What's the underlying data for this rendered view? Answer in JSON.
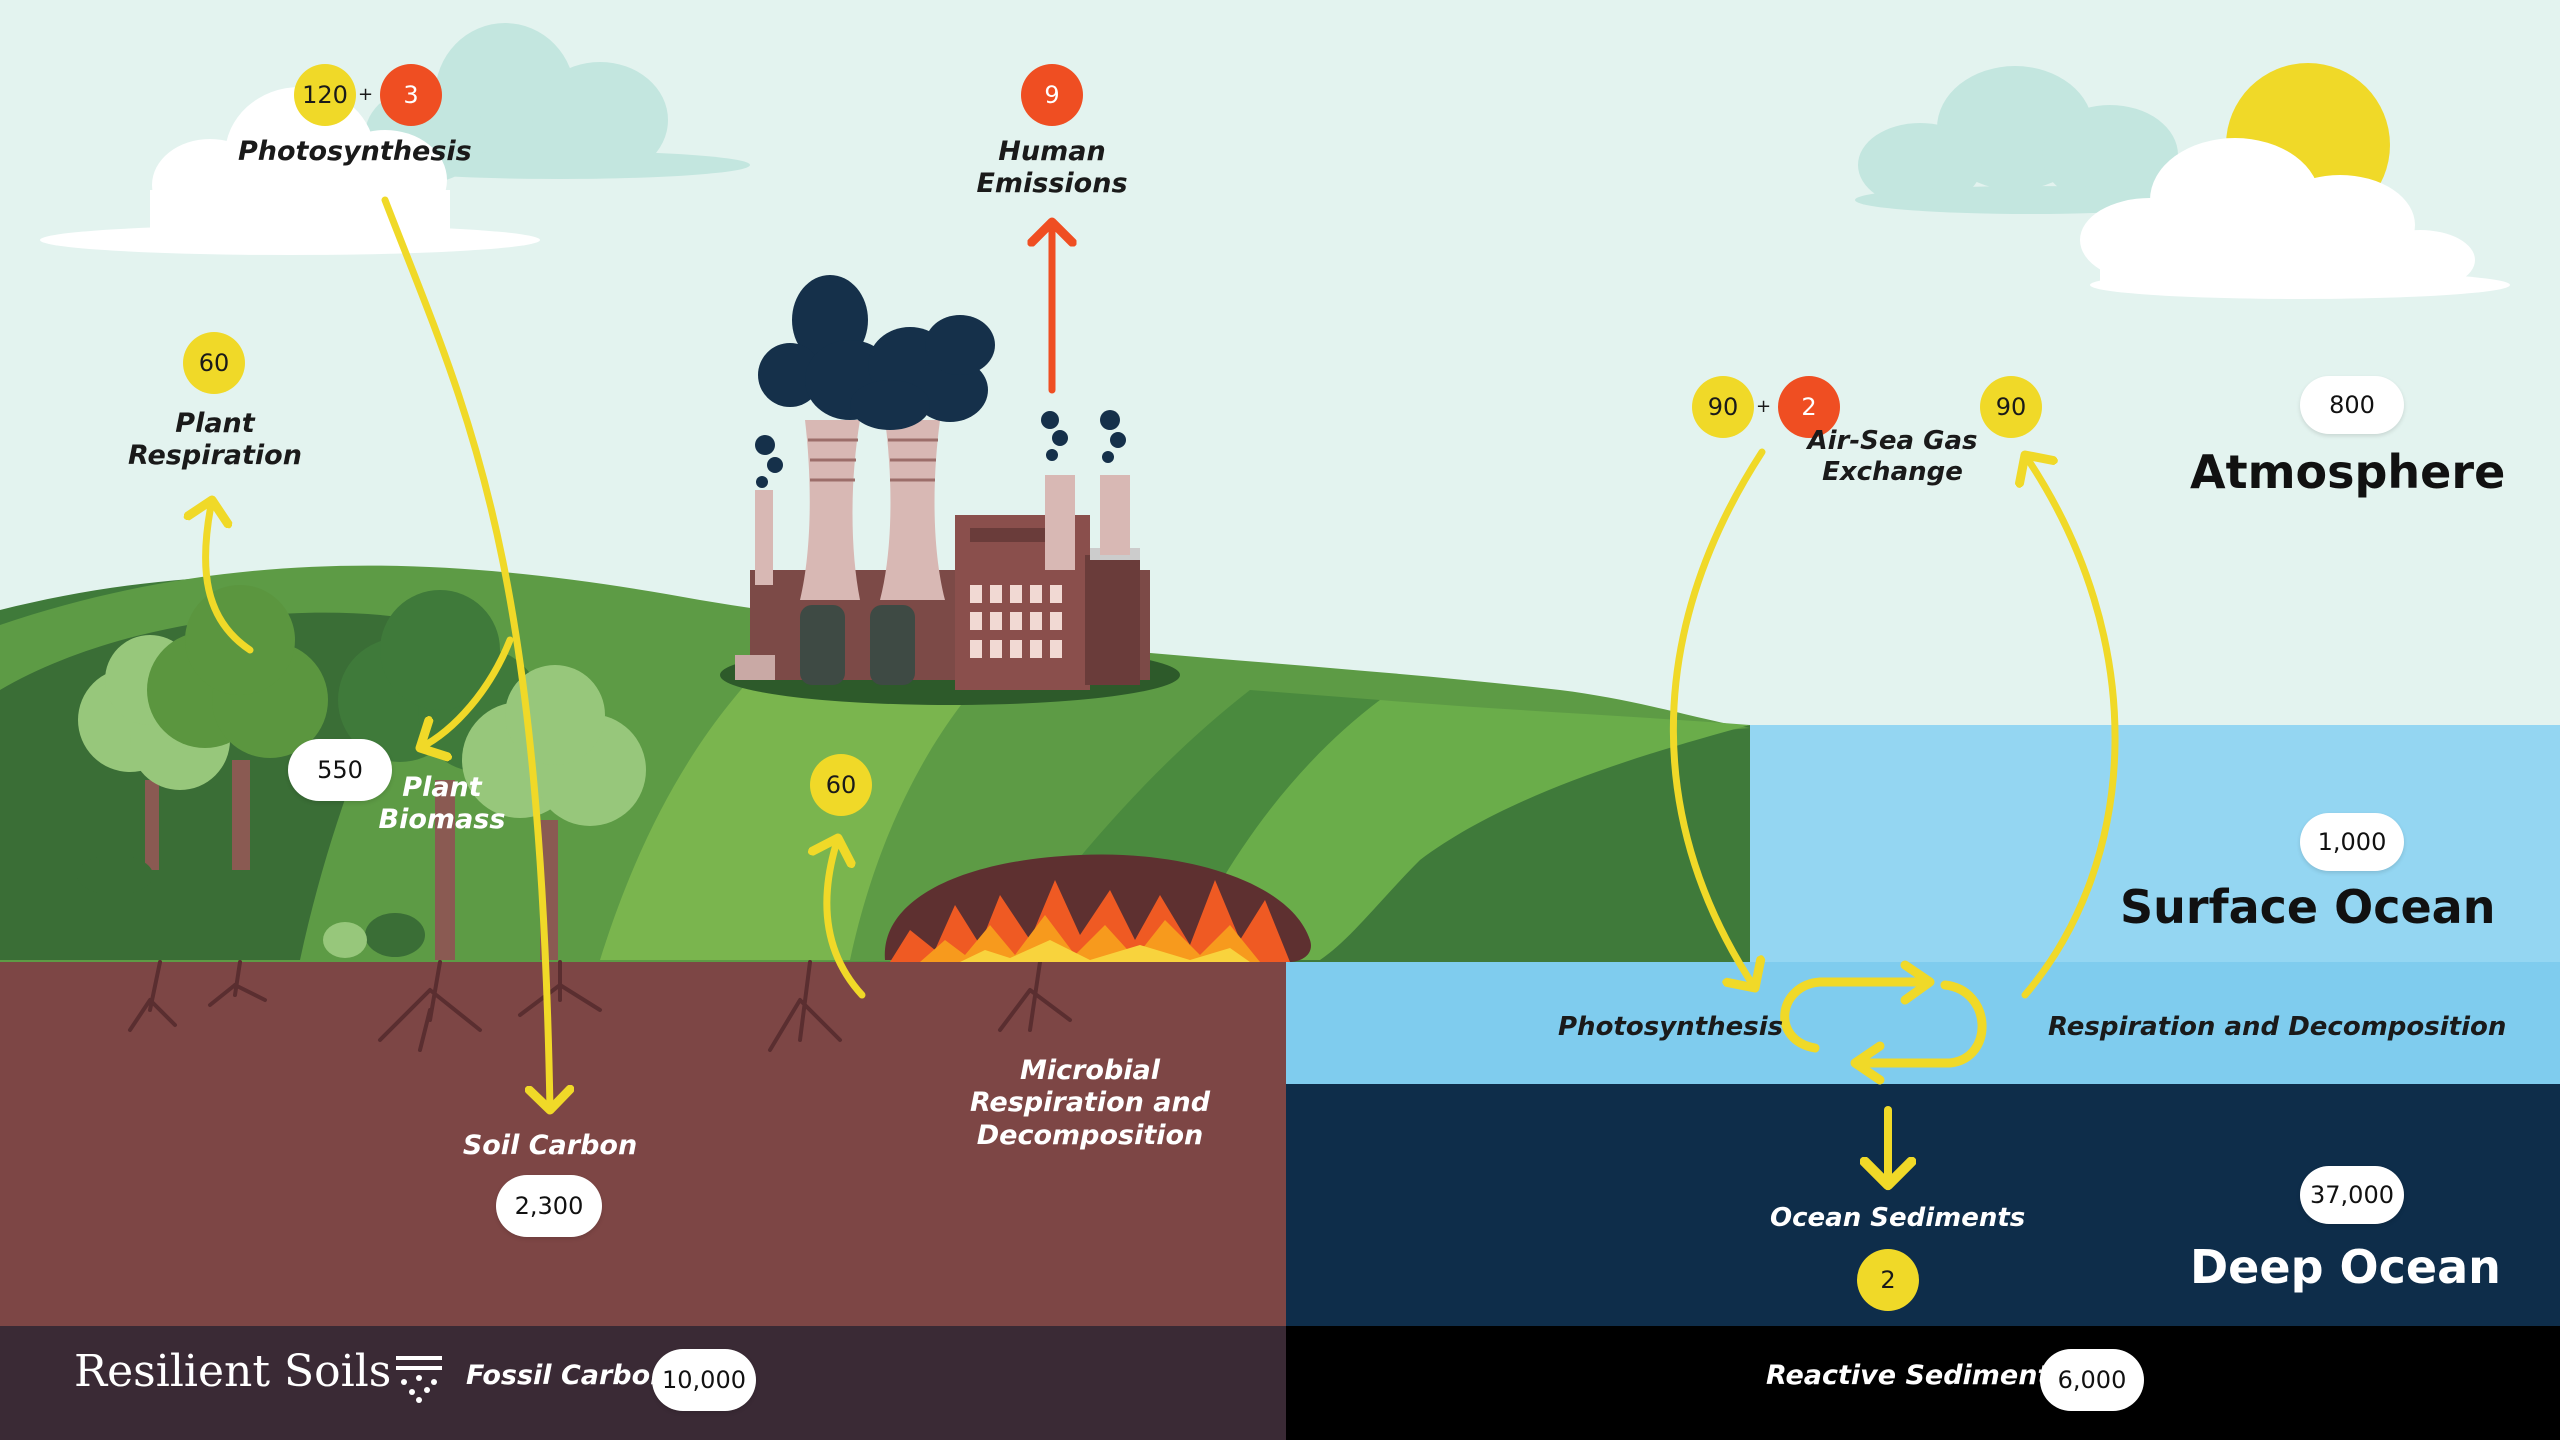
{
  "title": "Resilient Soils",
  "palette": {
    "sky": "#e3f3ef",
    "soil": "#7d4645",
    "surface_ocean": "#94d6f2",
    "mid_ocean": "#7fccee",
    "deep_ocean": "#0e2d4a",
    "footer_land": "#3a2a35",
    "footer_ocean": "#000000",
    "flow_yellow": "#f0d928",
    "human_orange": "#ef4e22"
  },
  "fluxes": {
    "photosynthesis": {
      "label": "Photosynthesis",
      "natural": "120",
      "human": "3"
    },
    "human_emissions": {
      "label": "Human Emissions",
      "value": "9"
    },
    "plant_respiration": {
      "label": "Plant Respiration",
      "value": "60"
    },
    "microbial_respiration": {
      "label": "Microbial Respiration and Decomposition",
      "value": "60"
    },
    "air_sea_exchange": {
      "label": "Air-Sea Gas Exchange",
      "ocean_uptake": "90",
      "ocean_uptake_human": "2",
      "ocean_release": "90"
    },
    "ocean_photosynthesis": {
      "label": "Photosynthesis"
    },
    "ocean_respiration": {
      "label": "Respiration and Decomposition"
    },
    "ocean_sediments": {
      "label": "Ocean Sediments",
      "value": "2"
    }
  },
  "stocks": {
    "plant_biomass": {
      "label": "Plant Biomass",
      "value": "550"
    },
    "soil_carbon": {
      "label": "Soil Carbon",
      "value": "2,300"
    },
    "fossil_carbon": {
      "label": "Fossil Carbon",
      "value": "10,000"
    },
    "reactive_sediments": {
      "label": "Reactive Sediments",
      "value": "6,000"
    },
    "atmosphere": {
      "label": "Atmosphere",
      "value": "800"
    },
    "surface_ocean": {
      "label": "Surface Ocean",
      "value": "1,000"
    },
    "deep_ocean": {
      "label": "Deep Ocean",
      "value": "37,000"
    }
  },
  "icons": [
    "sun-icon",
    "cloud-icon",
    "tree-icon",
    "factory-icon",
    "smoke-icon",
    "fire-icon",
    "root-icon",
    "grass-icon",
    "arrow-icon",
    "cycle-arrows-icon",
    "soil-dots-icon"
  ]
}
